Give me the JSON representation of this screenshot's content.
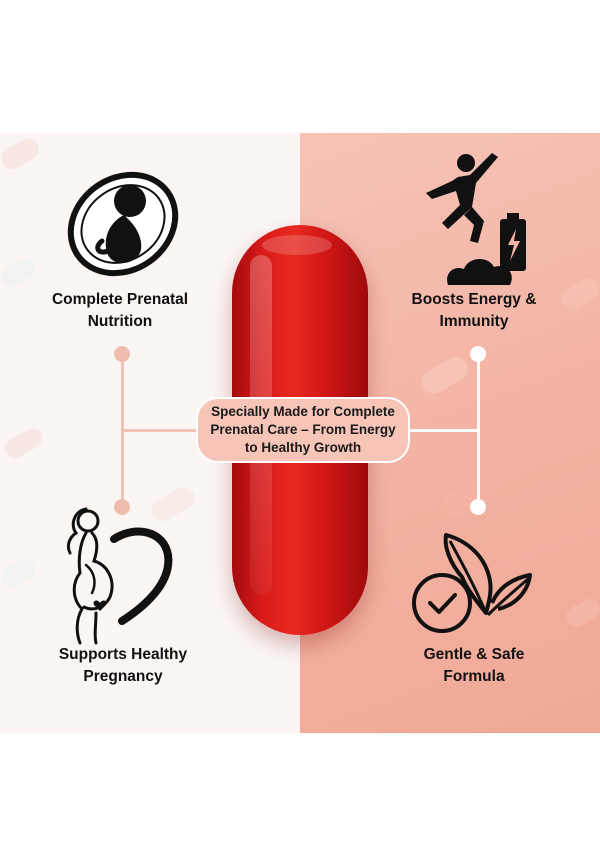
{
  "center_text": "Specially Made for Complete Prenatal Care – From Energy to Healthy Growth",
  "features": {
    "top_left": {
      "line1": "Complete Prenatal",
      "line2": "Nutrition",
      "icon": "fetus-icon"
    },
    "top_right": {
      "line1": "Boosts Energy &",
      "line2": "Immunity",
      "icon": "energy-jump-icon"
    },
    "bottom_left": {
      "line1": "Supports Healthy",
      "line2": "Pregnancy",
      "icon": "pregnant-heart-icon"
    },
    "bottom_right": {
      "line1": "Gentle & Safe",
      "line2": "Formula",
      "icon": "leaf-check-icon"
    }
  },
  "colors": {
    "capsule_red": "#d81a1a",
    "left_background": "#fbf6f4",
    "right_background": "#f3b2a2",
    "label_pill": "#f7c5b7"
  }
}
